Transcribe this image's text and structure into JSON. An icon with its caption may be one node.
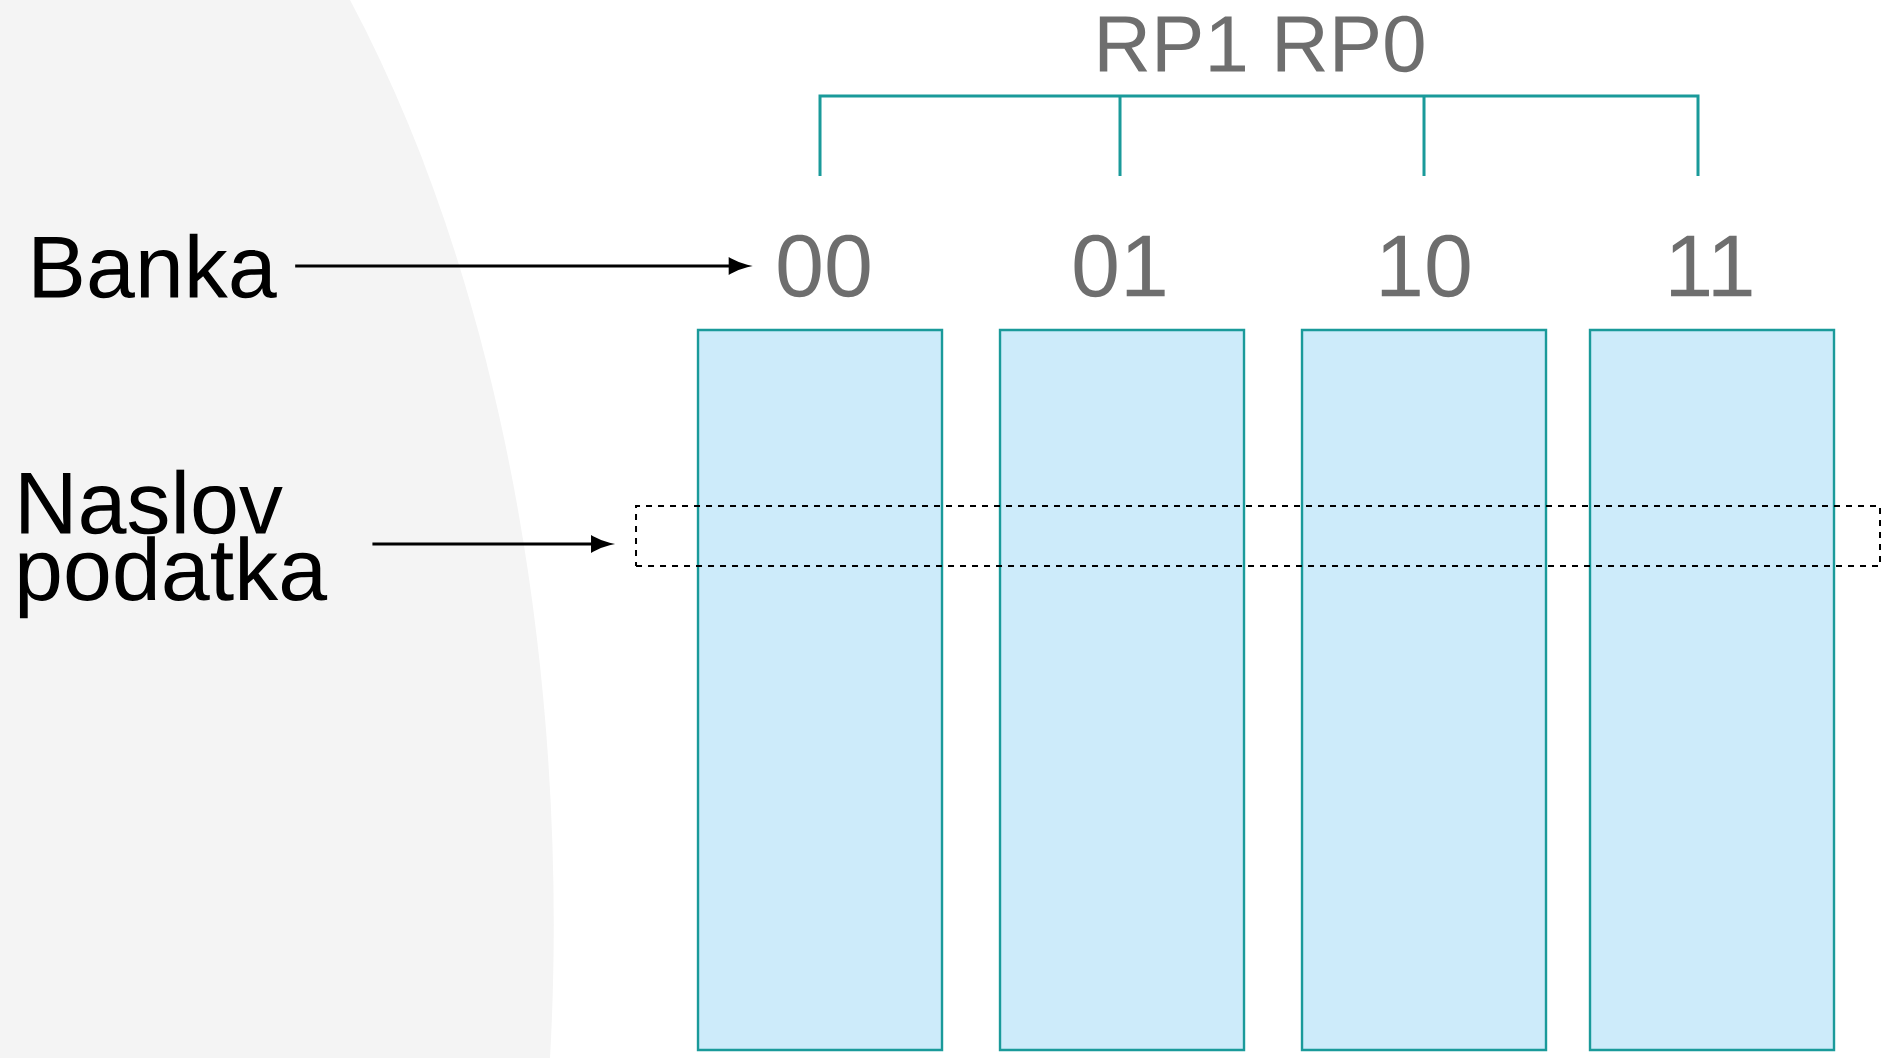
{
  "diagram": {
    "nodes": [
      {
        "text": [
          "Banka"
        ]
      },
      {
        "text": [
          "00"
        ]
      },
      {
        "text": [
          "01"
        ]
      },
      {
        "text": [
          "10"
        ]
      },
      {
        "text": [
          "11"
        ]
      },
      {
        "text": [],
        "shape": "box"
      },
      {
        "text": [],
        "shape": "box"
      },
      {
        "text": [],
        "shape": "box"
      },
      {
        "text": [],
        "shape": "box"
      },
      {
        "text": [
          "Naslov podatka"
        ]
      },
      {
        "text": [],
        "shape": "box"
      }
    ],
    "edges": [
      {
        "from": 0,
        "to": 1,
        "arrow": "to"
      },
      {
        "from": 9,
        "to": 10,
        "arrow": "to"
      }
    ],
    "labels": [
      "RP1 RP0"
    ]
  }
}
